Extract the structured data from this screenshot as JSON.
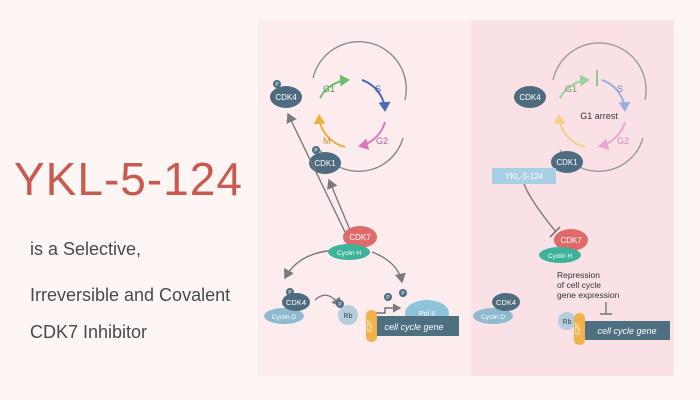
{
  "headline": {
    "title": "YKL-5-124",
    "lines": [
      "is a Selective,",
      "Irreversible and Covalent",
      "CDK7 Inhibitor"
    ]
  },
  "colors": {
    "title": "#c95a52",
    "left_panel": "#fcecee",
    "right_panel": "#fae1e5",
    "kinase": "#4e6c7f",
    "cdk7": "#e06a6a",
    "cyclin_h": "#3fb39a",
    "cyclin_d": "#8fb9cf",
    "e2f": "#f2b24b",
    "inhibitor": "#a9cfe4",
    "gene_bar": "#4d6f80"
  },
  "icons": {
    "phosphate": "phosphate-dot-icon"
  },
  "left_panel": {
    "cycle": {
      "g1": "G1",
      "s": "S",
      "g2": "G2",
      "m": "M"
    },
    "cdk4_top": "CDK4",
    "cdk1": "CDK1",
    "cdk7": "CDK7",
    "cyclin_h": "Cyclin H",
    "cdk4_bottom": "CDK4",
    "cyclin_d": "Cyclin D",
    "rb": "Rb",
    "pol2": "Pol II",
    "e2f": "E2F",
    "gene": "cell cycle gene",
    "phosphate": "P"
  },
  "right_panel": {
    "cycle": {
      "g1": "G1",
      "s": "S",
      "g2": "G2",
      "arrest": "G1 arrest"
    },
    "cdk4_top": "CDK4",
    "cdk1": "CDK1",
    "inhibitor": "YKL-5-124",
    "cdk7": "CDK7",
    "cyclin_h": "Cyclin H",
    "repression": [
      "Repression",
      "of cell cycle",
      "gene expression"
    ],
    "cdk4_bottom": "CDK4",
    "cyclin_d": "Cyclin D",
    "rb": "Rb",
    "e2f": "E2F",
    "gene": "cell cycle gene"
  }
}
